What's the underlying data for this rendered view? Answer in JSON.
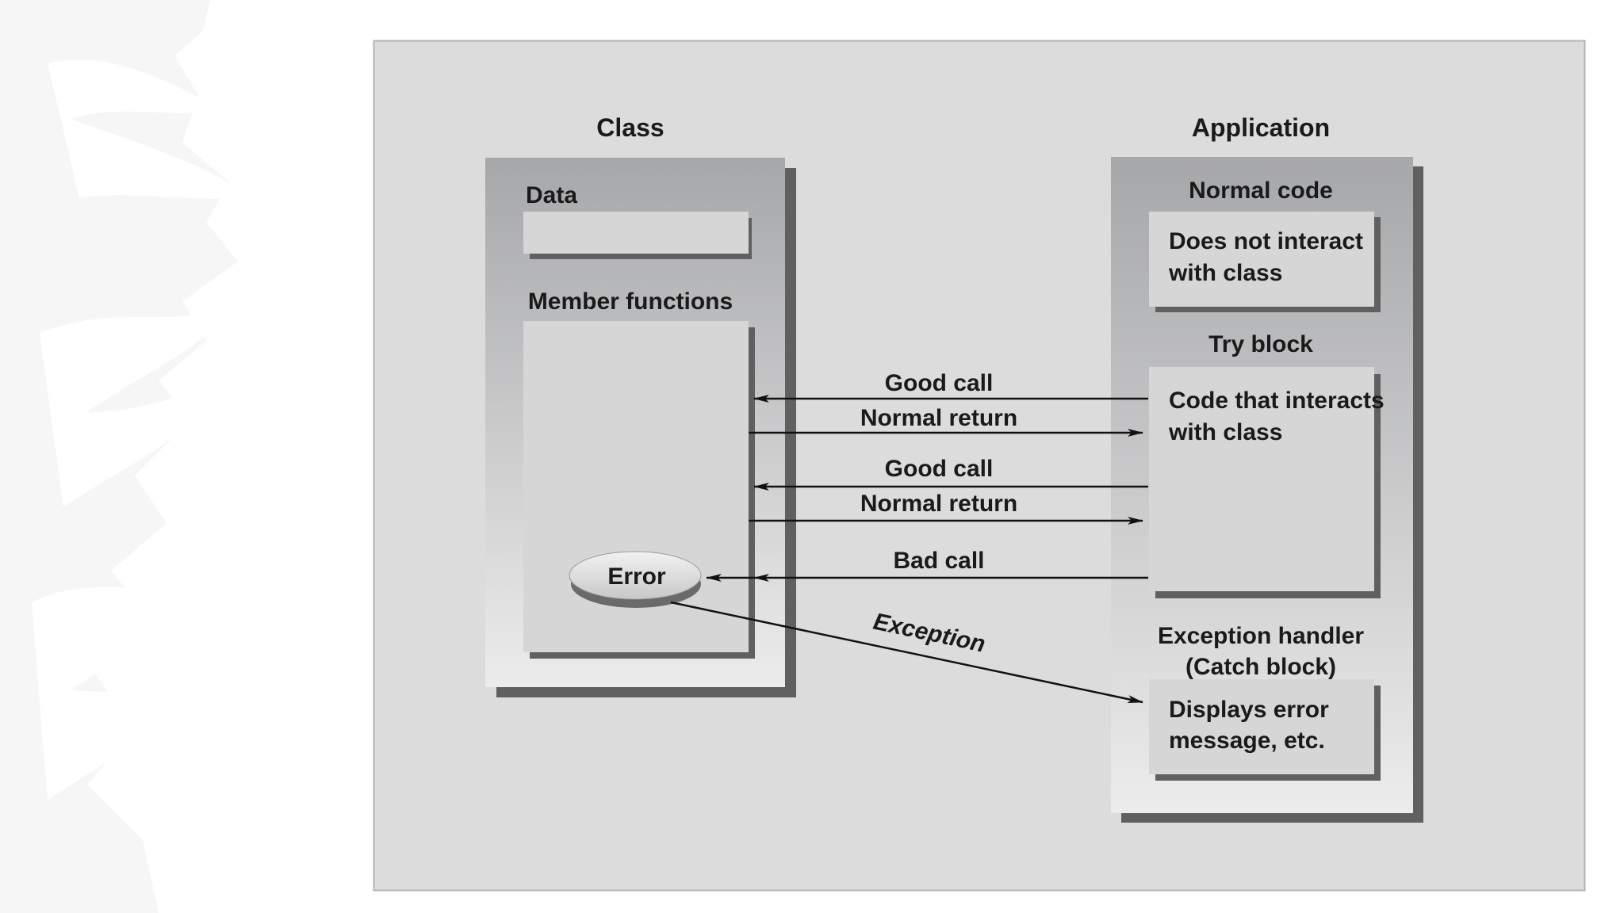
{
  "diagram": {
    "class_panel": {
      "title": "Class",
      "data_label": "Data",
      "member_functions_label": "Member functions",
      "error_label": "Error"
    },
    "application_panel": {
      "title": "Application",
      "normal_code": {
        "heading": "Normal code",
        "text_line1": "Does not interact",
        "text_line2": "with class"
      },
      "try_block": {
        "heading": "Try block",
        "text_line1": "Code that interacts",
        "text_line2": "with class"
      },
      "exception_handler": {
        "heading_line1": "Exception handler",
        "heading_line2": "(Catch block)",
        "text_line1": "Displays error",
        "text_line2": "message, etc."
      }
    },
    "arrows": {
      "good_call_1": "Good call",
      "normal_return_1": "Normal return",
      "good_call_2": "Good call",
      "normal_return_2": "Normal return",
      "bad_call": "Bad call",
      "exception": "Exception"
    }
  },
  "colors": {
    "figure_background": "#dcdcdc",
    "panel_top": "#a9aaac",
    "panel_bottom": "#ebebeb",
    "shadow": "#606060",
    "inner_box": "#d4d4d4",
    "line": "#111111",
    "brush_stroke": "#f0f0f0"
  }
}
